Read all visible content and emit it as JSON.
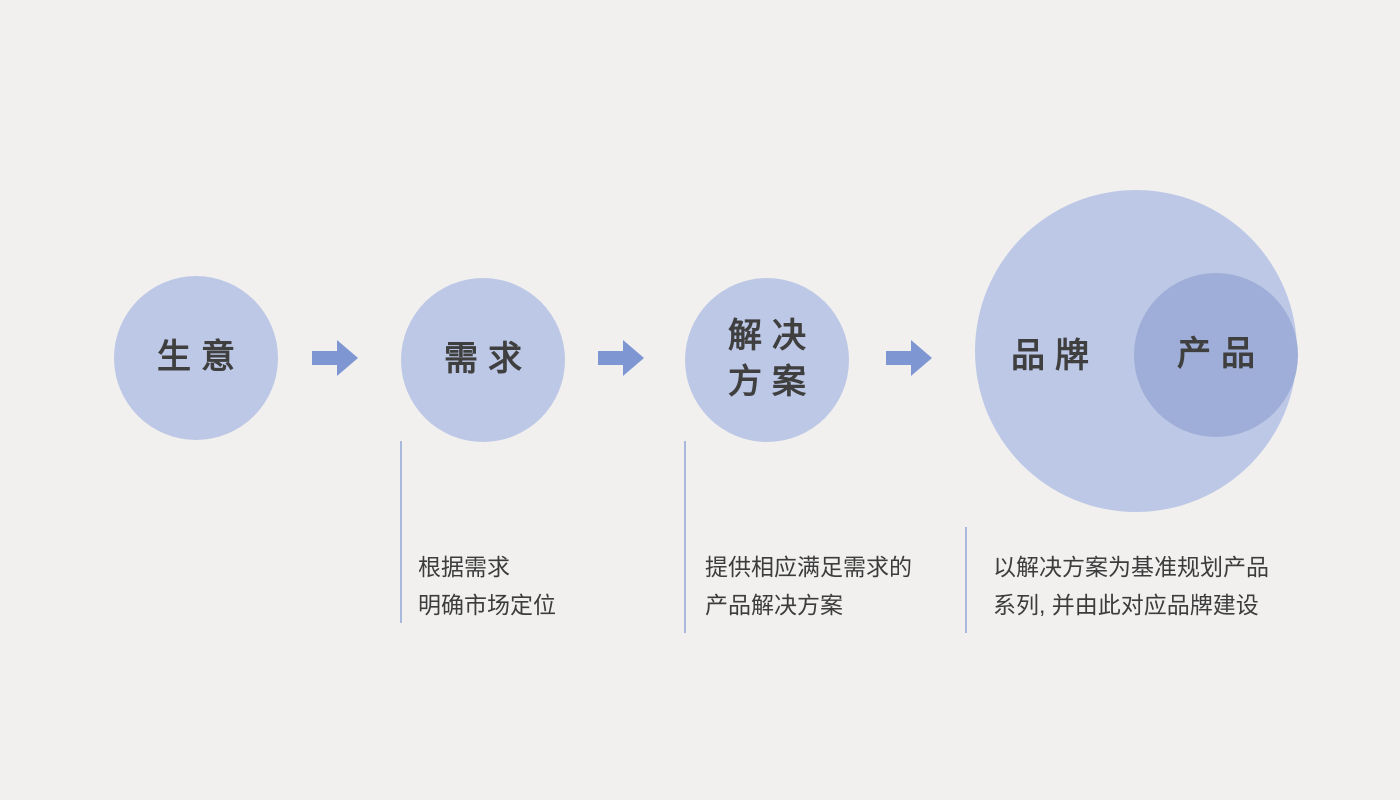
{
  "colors": {
    "background": "#f1f0ef",
    "circle_light": "#bdc8e6",
    "circle_dark": "#9faed8",
    "arrow": "#7e97d3",
    "divider": "#a9b9de",
    "label_text": "#3f3f3f",
    "note_text": "#3c3c3c"
  },
  "nodes": [
    {
      "id": "business",
      "label": "生意"
    },
    {
      "id": "demand",
      "label": "需求"
    },
    {
      "id": "solution",
      "label_lines": [
        "解决",
        "方案"
      ]
    },
    {
      "id": "brand",
      "label": "品牌"
    },
    {
      "id": "product",
      "label": "产品"
    }
  ],
  "annotations": [
    {
      "for": "demand",
      "lines": [
        "根据需求",
        "明确市场定位"
      ]
    },
    {
      "for": "solution",
      "lines": [
        "提供相应满足需求的",
        "产品解决方案"
      ]
    },
    {
      "for": "brand",
      "lines": [
        "以解决方案为基准规划产品",
        "系列, 并由此对应品牌建设"
      ]
    }
  ]
}
